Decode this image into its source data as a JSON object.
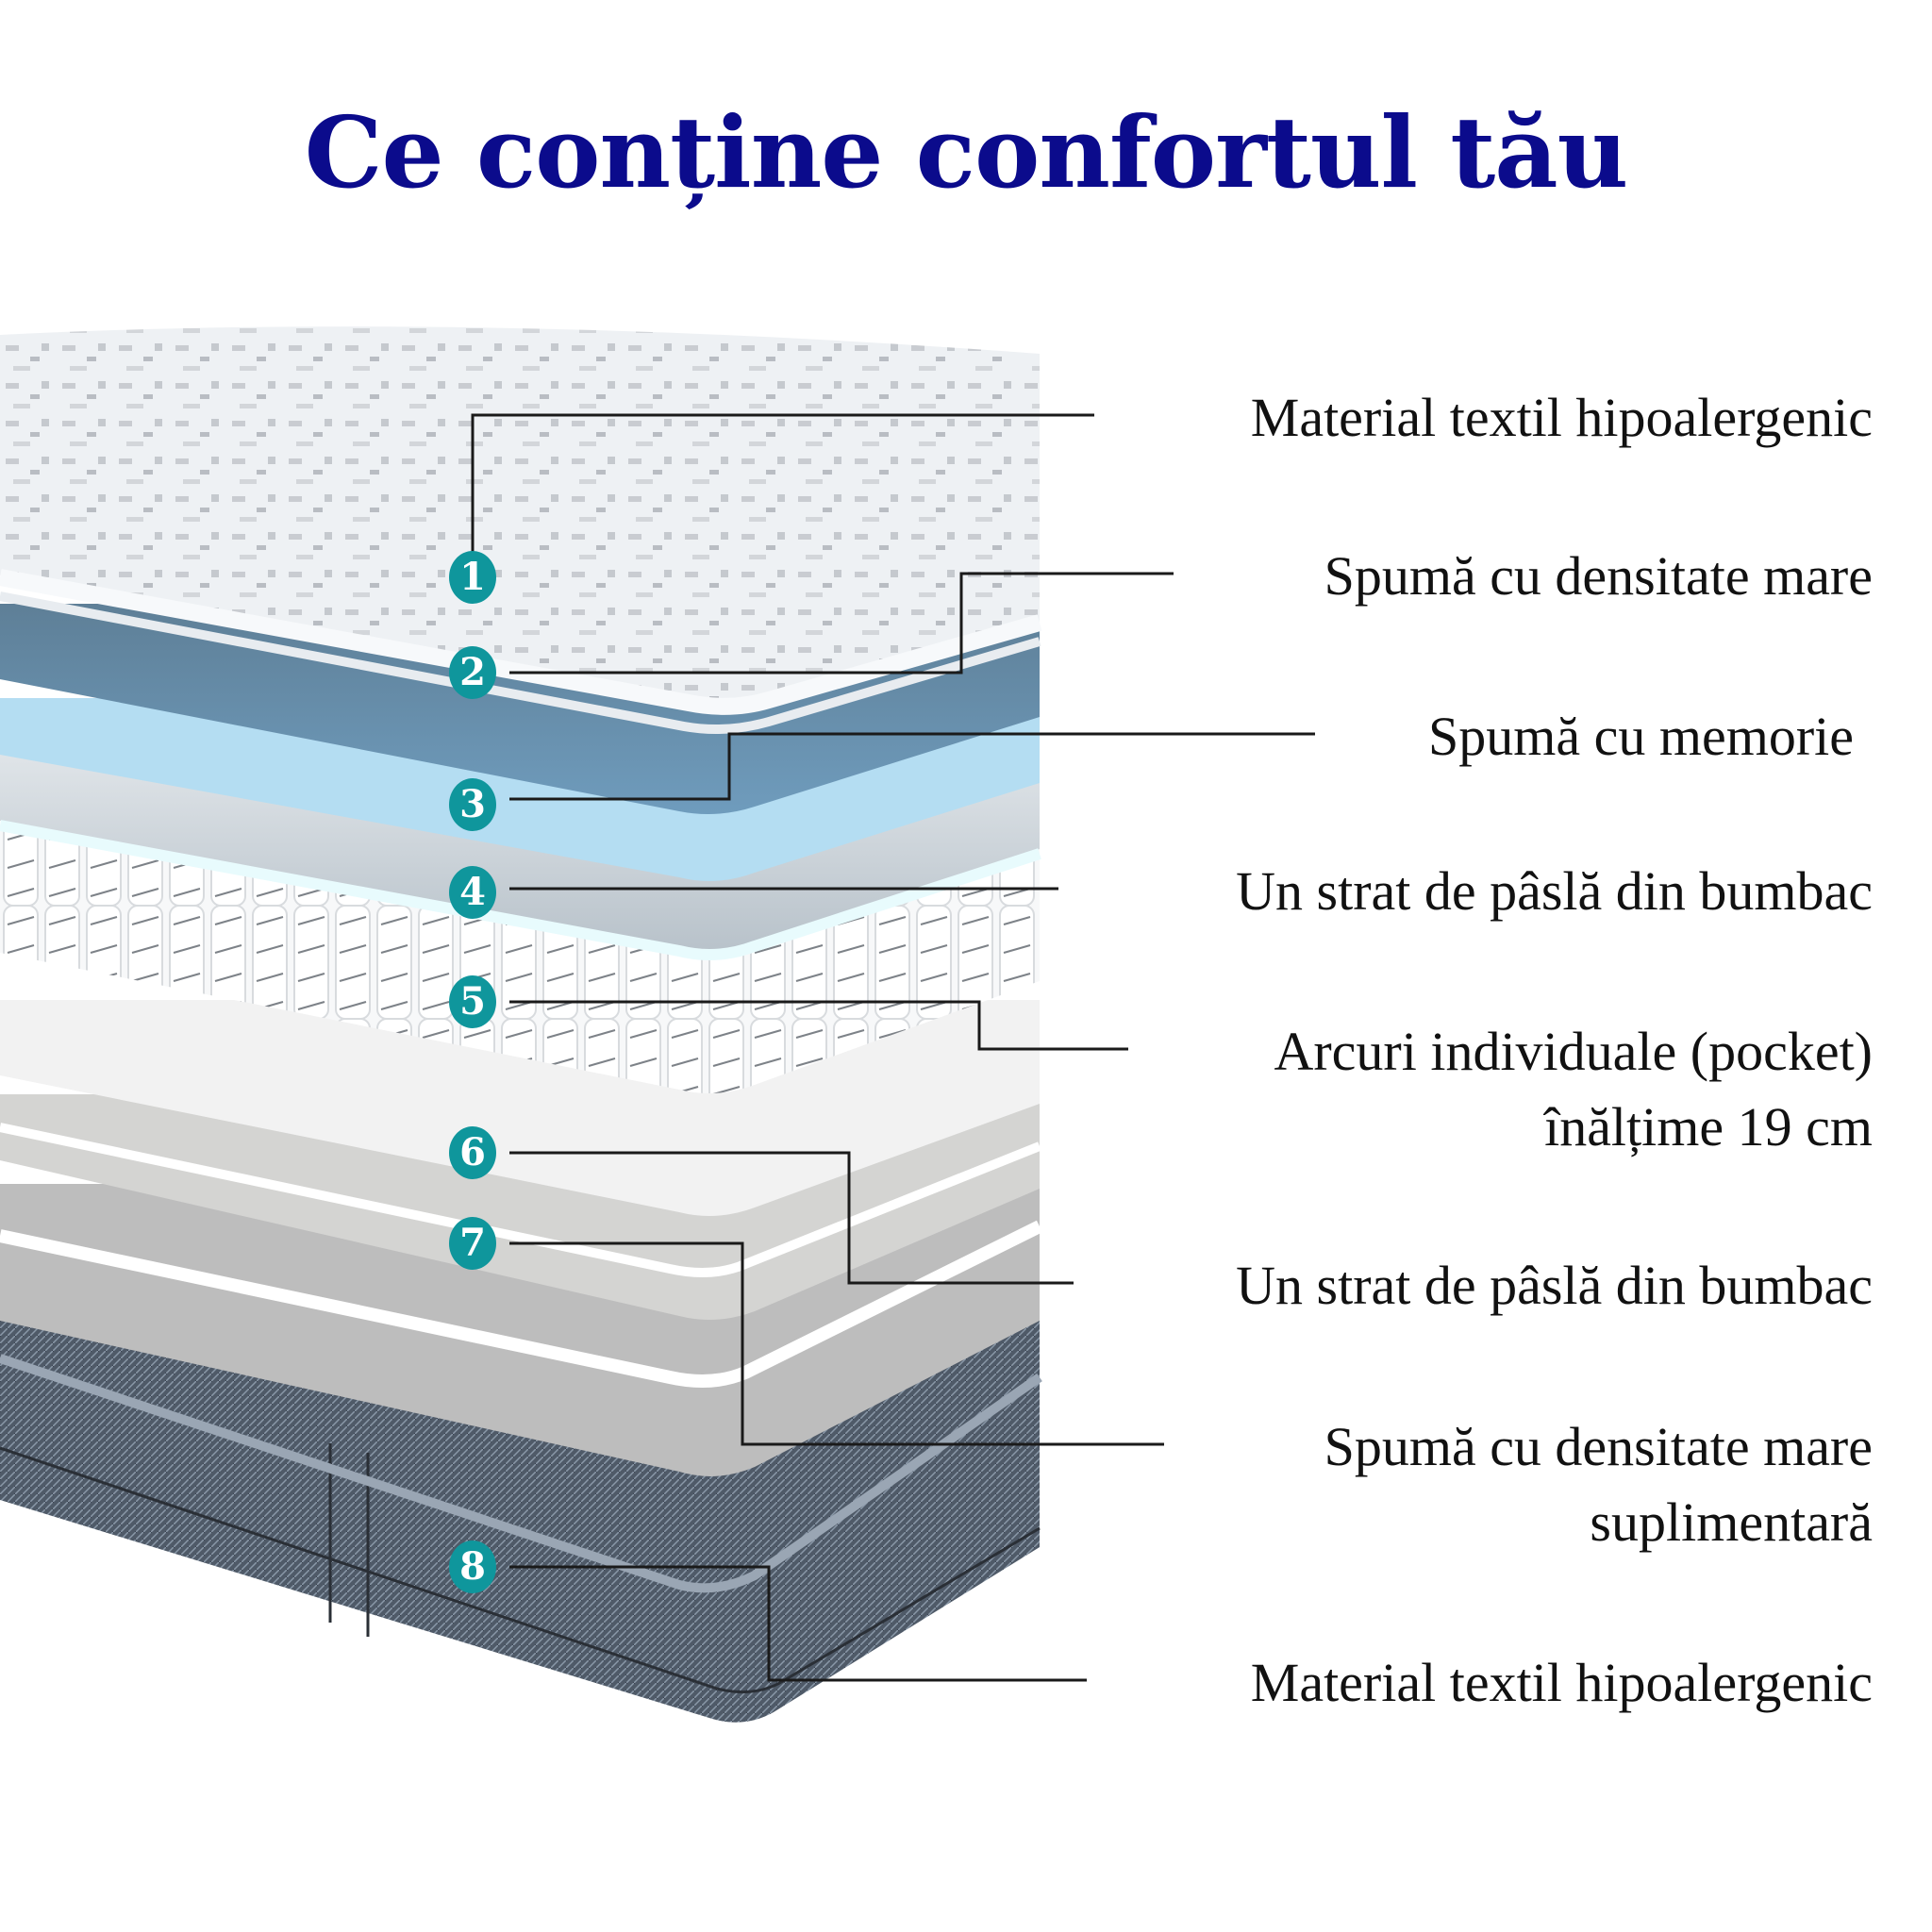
{
  "title": "Ce conține confortul tău",
  "colors": {
    "title": "#0b0b8c",
    "badge": "#0f969c",
    "leader_line": "#1a1a1a",
    "text": "#111111"
  },
  "layers": [
    {
      "number": "1",
      "label_lines": [
        "Material textil hipoalergenic"
      ]
    },
    {
      "number": "2",
      "label_lines": [
        "Spumă cu densitate mare"
      ]
    },
    {
      "number": "3",
      "label_lines": [
        "Spumă cu memorie"
      ]
    },
    {
      "number": "4",
      "label_lines": [
        "Un strat de pâslă din bumbac"
      ]
    },
    {
      "number": "5",
      "label_lines": [
        "Arcuri individuale (pocket)",
        "înălțime 19 cm"
      ]
    },
    {
      "number": "6",
      "label_lines": [
        "Un strat de pâslă din bumbac"
      ]
    },
    {
      "number": "7",
      "label_lines": [
        "Spumă cu densitate mare",
        "suplimentară"
      ]
    },
    {
      "number": "8",
      "label_lines": [
        "Material textil hipoalergenic"
      ]
    }
  ]
}
